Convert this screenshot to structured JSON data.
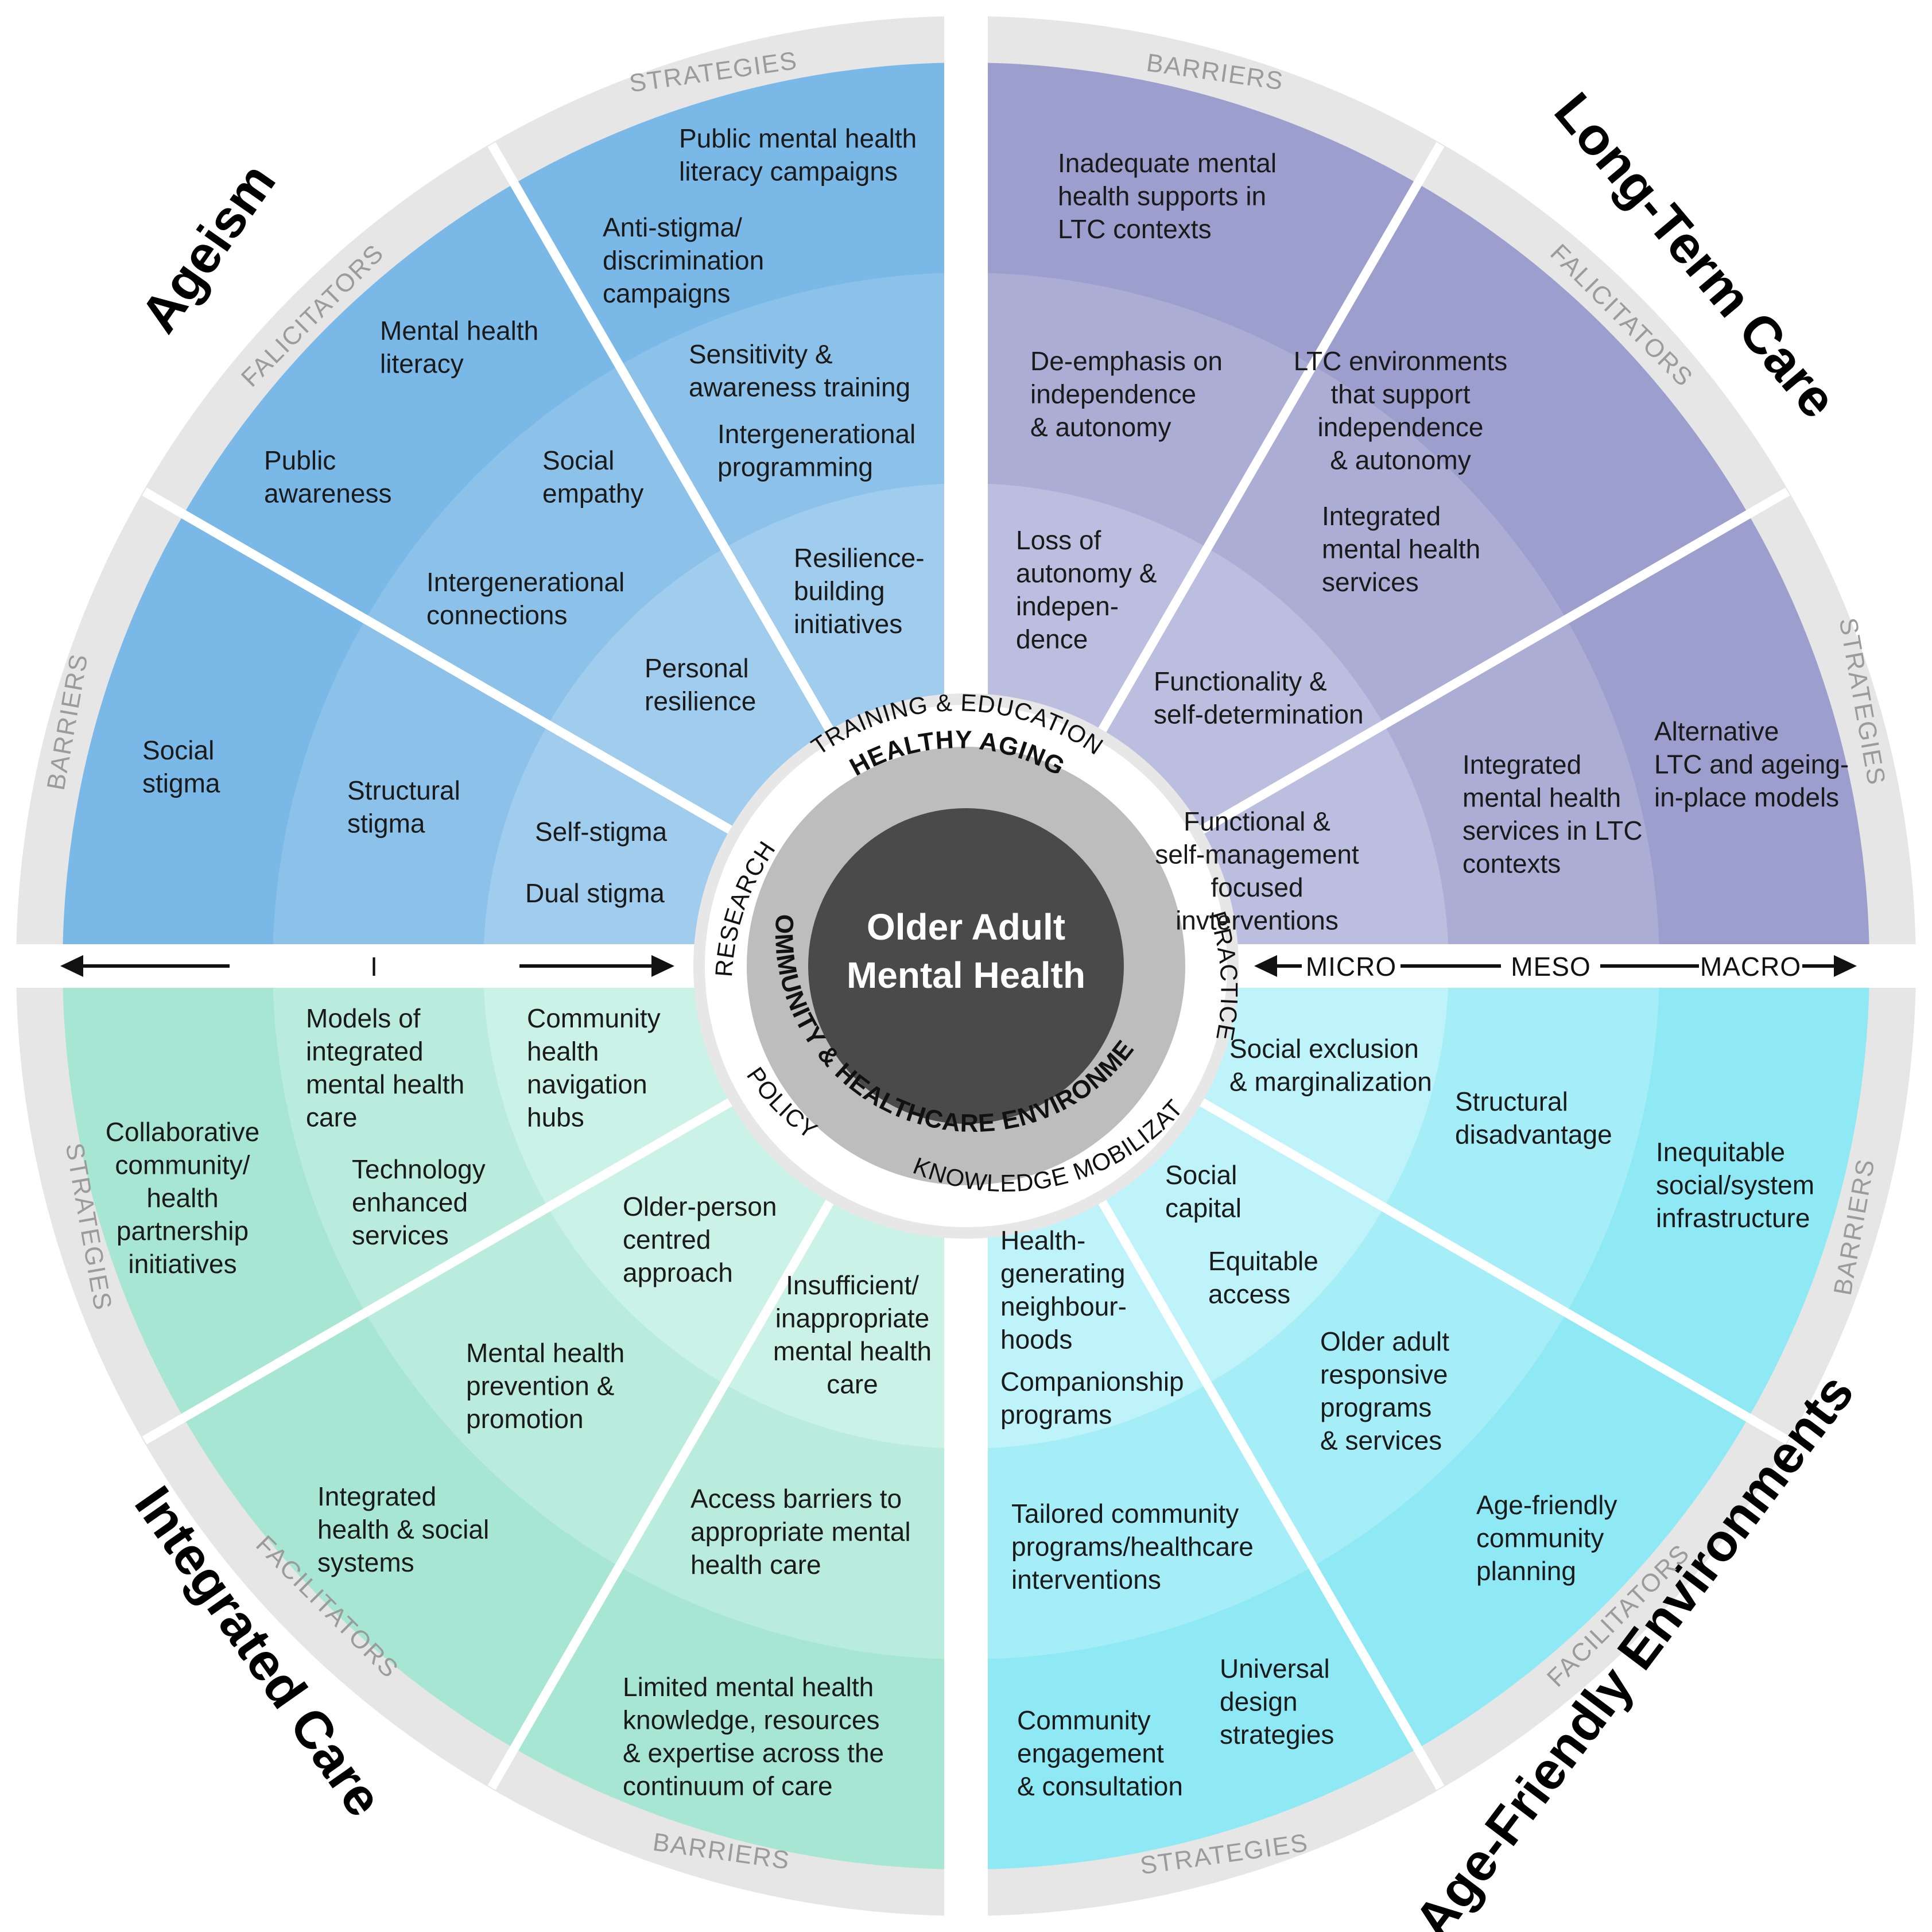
{
  "center": {
    "title_line1": "Older Adult",
    "title_line2": "Mental Health",
    "band_top": "HEALTHY AGING",
    "band_bottom": "COMMUNITY & HEALTHCARE ENVIRONMENTS"
  },
  "ring": {
    "top": "TRAINING & EDUCATION",
    "right": "PRACTICE",
    "bottom": "KNOWLEDGE MOBILIZATION",
    "left_lower": "POLICY",
    "left": "RESEARCH"
  },
  "axes": {
    "left": "INTERSECTIONALITY",
    "right": [
      "MICRO",
      "MESO",
      "MACRO"
    ]
  },
  "colors": {
    "ageism": "#78b6e6",
    "long_term_care": "#9c9ecd",
    "integrated_care": "#a8e6d3",
    "age_friendly": "#8ee9f4",
    "outer_band": "#e6e6e6",
    "hub": "#4a4a4a"
  },
  "quadrants": {
    "ageism": {
      "theme": "Ageism",
      "sectors": {
        "barriers": {
          "title": "BARRIERS",
          "items": [
            "Social\nstigma",
            "Structural\nstigma",
            "Self-stigma",
            "Dual stigma"
          ]
        },
        "facilitators": {
          "title": "FALICITATORS",
          "items": [
            "Mental health\nliteracy",
            "Public\nawareness",
            "Social\nempathy",
            "Intergenerational\nconnections",
            "Personal\nresilience"
          ]
        },
        "strategies": {
          "title": "STRATEGIES",
          "items": [
            "Public mental health\nliteracy campaigns",
            "Anti-stigma/\ndiscrimination\ncampaigns",
            "Sensitivity &\nawareness training",
            "Intergenerational\nprogramming",
            "Resilience-\nbuilding\ninitiatives"
          ]
        }
      }
    },
    "long_term_care": {
      "theme": "Long-Term Care",
      "sectors": {
        "barriers": {
          "title": "BARRIERS",
          "items": [
            "Inadequate mental\nhealth supports in\nLTC contexts",
            "De-emphasis on\nindependence\n& autonomy",
            "Loss of\nautonomy &\nindepen-\ndence"
          ]
        },
        "facilitators": {
          "title": "FALICITATORS",
          "items": [
            "LTC environments\nthat support\nindependence\n& autonomy",
            "Integrated\nmental health\nservices",
            "Functionality &\nself-determination"
          ]
        },
        "strategies": {
          "title": "STRATEGIES",
          "items": [
            "Alternative\nLTC and ageing-\nin-place models",
            "Integrated\nmental health\nservices in LTC\ncontexts",
            "Functional &\nself-management\nfocused\ninvterventions"
          ]
        }
      }
    },
    "integrated_care": {
      "theme": "Integrated Care",
      "sectors": {
        "strategies": {
          "title": "STRATEGIES",
          "items": [
            "Models of\nintegrated\nmental health\ncare",
            "Community\nhealth\nnavigation\nhubs",
            "Collaborative\ncommunity/\nhealth\npartnership\ninitiatives",
            "Technology\nenhanced\nservices"
          ]
        },
        "facilitators": {
          "title": "FACILITATORS",
          "items": [
            "Older-person\ncentred\napproach",
            "Mental health\nprevention &\npromotion",
            "Integrated\nhealth & social\nsystems"
          ]
        },
        "barriers": {
          "title": "BARRIERS",
          "items": [
            "Insufficient/\ninappropriate\nmental health\ncare",
            "Access barriers to\nappropriate mental\nhealth care",
            "Limited mental health\nknowledge, resources\n& expertise across the\ncontinuum of care"
          ]
        }
      }
    },
    "age_friendly": {
      "theme": "Age-Friendly Environments",
      "sectors": {
        "barriers": {
          "title": "BARRIERS",
          "items": [
            "Social exclusion\n& marginalization",
            "Structural\ndisadvantage",
            "Inequitable\nsocial/system\ninfrastructure"
          ]
        },
        "facilitators": {
          "title": "FACILITATORS",
          "items": [
            "Social\ncapital",
            "Equitable\naccess",
            "Older adult\nresponsive\nprograms\n& services",
            "Age-friendly\ncommunity\nplanning"
          ]
        },
        "strategies": {
          "title": "STRATEGIES",
          "items": [
            "Health-\ngenerating\nneighbour-\nhoods",
            "Companionship\nprograms",
            "Tailored community\nprograms/healthcare\ninterventions",
            "Community\nengagement\n& consultation",
            "Universal\ndesign\nstrategies"
          ]
        }
      }
    }
  }
}
